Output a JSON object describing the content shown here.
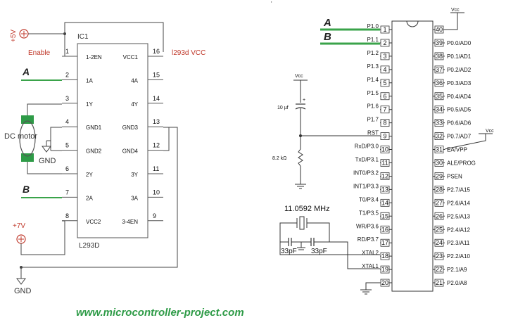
{
  "l293d": {
    "ic_label": "IC1",
    "chip_name": "L293D",
    "vcc_label": "l293d VCC",
    "plus5v_label": "+5V",
    "plus7v_label": "+7V",
    "enable_label": "Enable",
    "motor_label": "DC motor",
    "gnd_label": "GND",
    "in_a": "A",
    "in_b": "B",
    "pins_left": [
      {
        "num": "1",
        "label": "1-2EN"
      },
      {
        "num": "2",
        "label": "1A"
      },
      {
        "num": "3",
        "label": "1Y"
      },
      {
        "num": "4",
        "label": "GND1"
      },
      {
        "num": "5",
        "label": "GND2"
      },
      {
        "num": "6",
        "label": "2Y"
      },
      {
        "num": "7",
        "label": "2A"
      },
      {
        "num": "8",
        "label": "VCC2"
      }
    ],
    "pins_right": [
      {
        "num": "16",
        "label": "VCC1"
      },
      {
        "num": "15",
        "label": "4A"
      },
      {
        "num": "14",
        "label": "4Y"
      },
      {
        "num": "13",
        "label": "GND3"
      },
      {
        "num": "12",
        "label": "GND4"
      },
      {
        "num": "11",
        "label": "3Y"
      },
      {
        "num": "10",
        "label": "3A"
      },
      {
        "num": "9",
        "label": "3-4EN"
      }
    ]
  },
  "mcu": {
    "stray_mark": "'",
    "in_a": "A",
    "in_b": "B",
    "vcc": "Vcc",
    "reset_cap": "10 µf",
    "reset_res": "8.2 kΩ",
    "crystal": "11.0592 MHz",
    "cap": "33pF",
    "pins_left": [
      {
        "num": "1",
        "label": "P1.0"
      },
      {
        "num": "2",
        "label": "P1.1"
      },
      {
        "num": "3",
        "label": "P1.2"
      },
      {
        "num": "4",
        "label": "P1.3"
      },
      {
        "num": "5",
        "label": "P1.4"
      },
      {
        "num": "6",
        "label": "P1.5"
      },
      {
        "num": "7",
        "label": "P1.6"
      },
      {
        "num": "8",
        "label": "P1.7"
      },
      {
        "num": "9",
        "label": "RST"
      },
      {
        "num": "10",
        "label": "RxD/P3.0"
      },
      {
        "num": "11",
        "label": "TxD/P3.1"
      },
      {
        "num": "12",
        "label": "INT0/P3.2"
      },
      {
        "num": "13",
        "label": "INT1/P3.3"
      },
      {
        "num": "14",
        "label": "T0/P3.4"
      },
      {
        "num": "15",
        "label": "T1/P3.5"
      },
      {
        "num": "16",
        "label": "WR/P3.6"
      },
      {
        "num": "17",
        "label": "RD/P3.7"
      },
      {
        "num": "18",
        "label": "XTAL2"
      },
      {
        "num": "19",
        "label": "XTAL1"
      },
      {
        "num": "20",
        "label": ""
      }
    ],
    "pins_right": [
      {
        "num": "40",
        "label": ""
      },
      {
        "num": "39",
        "label": "P0.0/AD0"
      },
      {
        "num": "38",
        "label": "P0.1/AD1"
      },
      {
        "num": "37",
        "label": "P0.2/AD2"
      },
      {
        "num": "36",
        "label": "P0.3/AD3"
      },
      {
        "num": "35",
        "label": "P0.4/AD4"
      },
      {
        "num": "34",
        "label": "P0.5/AD5"
      },
      {
        "num": "33",
        "label": "P0.6/AD6"
      },
      {
        "num": "32",
        "label": "P0.7/AD7"
      },
      {
        "num": "31",
        "label": "EA/VPP"
      },
      {
        "num": "30",
        "label": "ALE/PROG"
      },
      {
        "num": "29",
        "label": "PSEN"
      },
      {
        "num": "28",
        "label": "P2.7/A15"
      },
      {
        "num": "27",
        "label": "P2.6/A14"
      },
      {
        "num": "26",
        "label": "P2.5/A13"
      },
      {
        "num": "25",
        "label": "P2.4/A12"
      },
      {
        "num": "24",
        "label": "P2.3/A11"
      },
      {
        "num": "23",
        "label": "P2.2/A10"
      },
      {
        "num": "22",
        "label": "P2.1/A9"
      },
      {
        "num": "21",
        "label": "P2.0/A8"
      }
    ]
  },
  "footer": {
    "website": "www.microcontroller-project.com"
  }
}
